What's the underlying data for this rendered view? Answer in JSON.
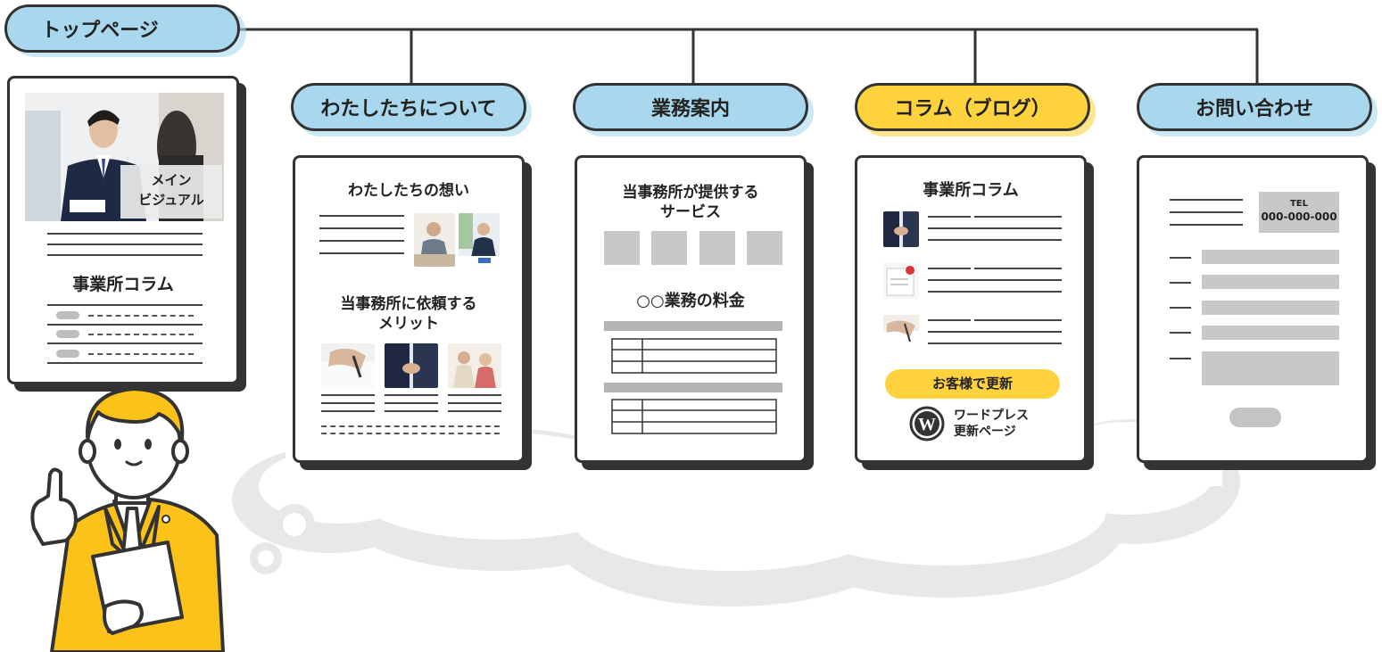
{
  "top": {
    "label": "トップページ"
  },
  "hero": {
    "caption_line1": "メイン",
    "caption_line2": "ビジュアル"
  },
  "top_card": {
    "section_title": "事業所コラム"
  },
  "nav": [
    {
      "label": "わたしたちについて"
    },
    {
      "label": "業務案内"
    },
    {
      "label": "コラム（ブログ）"
    },
    {
      "label": "お問い合わせ"
    }
  ],
  "about": {
    "title1": "わたしたちの想い",
    "title2_line1": "当事務所に依頼する",
    "title2_line2": "メリット"
  },
  "services": {
    "title1_line1": "当事務所が提供する",
    "title1_line2": "サービス",
    "title2": "○○業務の料金"
  },
  "column": {
    "title": "事業所コラム",
    "badge": "お客様で更新",
    "wp_line1": "ワードプレス",
    "wp_line2": "更新ページ"
  },
  "contact": {
    "tel_label": "TEL",
    "tel_number": "000-000-000"
  },
  "colors": {
    "blue": "#a9d8ee",
    "yellow": "#ffd33d",
    "dark": "#333333",
    "cloud": "#e6e6e6"
  }
}
